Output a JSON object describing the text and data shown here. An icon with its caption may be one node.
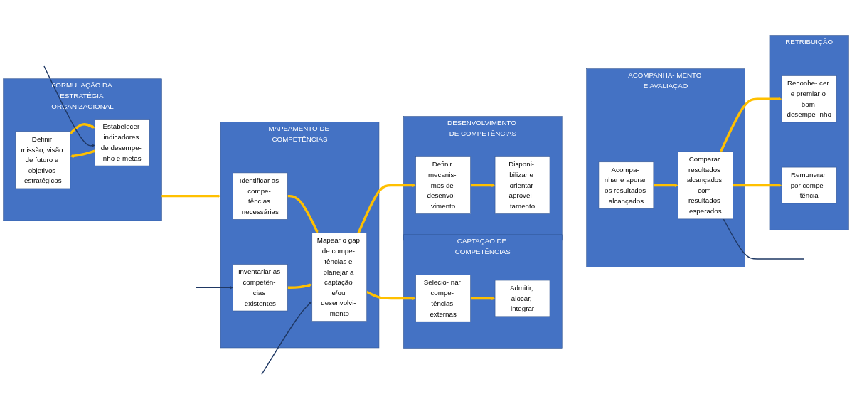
{
  "diagram": {
    "nodes": [
      {
        "text": [
          "FORMULAÇÃO DA ESTRATÉGIA ORGANIZACIONAL"
        ]
      },
      {
        "text": [
          "Definir missão, visão de futuro e objetivos estratégicos"
        ],
        "in": 0
      },
      {
        "text": [
          "Estabelecer indicadores de desempe- nho e metas"
        ],
        "in": 0
      },
      {
        "text": [
          "MAPEAMENTO DE COMPETÊNCIAS"
        ]
      },
      {
        "text": [
          "Identificar as compe- tências necessárias"
        ],
        "in": 3
      },
      {
        "text": [
          "Inventariar as competên- cias existentes"
        ],
        "in": 3
      },
      {
        "text": [
          "Mapear o gap de compe- tências e planejar a captação e/ou desenvolvi- mento"
        ],
        "in": 3
      },
      {
        "text": [
          "CAPTAÇÃO DE COMPETÊNCIAS"
        ]
      },
      {
        "text": [
          "Selecio- nar compe- tências externas"
        ],
        "in": 7
      },
      {
        "text": [
          "Admitir, alocar, integrar"
        ],
        "in": 7
      },
      {
        "text": [
          "DESENVOLVIMENTO DE COMPETÊNCIAS"
        ]
      },
      {
        "text": [
          "Definir mecanis- mos de desenvol- vimento"
        ],
        "in": 10
      },
      {
        "text": [
          "Disponi- bilizar e orientar aprovei- tamento"
        ],
        "in": 10
      },
      {
        "text": [
          "ACOMPANHA- MENTO E AVALIAÇÃO"
        ]
      },
      {
        "text": [
          "Acompa- nhar e apurar os resultados alcançados"
        ],
        "in": 13
      },
      {
        "text": [
          "Comparar resultados alcançados com resultados esperados"
        ],
        "in": 13
      },
      {
        "text": [
          "RETRIBUIÇÃO"
        ]
      },
      {
        "text": [
          "Reconhe- cer e premiar o bom desempe- nho"
        ],
        "in": 16
      },
      {
        "text": [
          "Remunerar por compe- tência"
        ],
        "in": 16
      }
    ],
    "edges": [
      {
        "from": 1,
        "to": 2,
        "arrow": "to"
      },
      {
        "from": 2,
        "to": 1,
        "arrow": "to"
      },
      {
        "from": 0,
        "to": 3,
        "arrow": "to"
      },
      {
        "from": 4,
        "to": 6,
        "arrow": "to"
      },
      {
        "from": 5,
        "to": 6,
        "arrow": "to"
      },
      {
        "from": 6,
        "to": 8,
        "arrow": "to"
      },
      {
        "from": 8,
        "to": 9,
        "arrow": "to"
      },
      {
        "from": 6,
        "to": 11,
        "arrow": "to"
      },
      {
        "from": 11,
        "to": 12,
        "arrow": "to"
      },
      {
        "from": 14,
        "to": 15,
        "arrow": "to"
      },
      {
        "from": 15,
        "to": 17,
        "arrow": "to"
      },
      {
        "from": 15,
        "to": 18,
        "arrow": "to"
      },
      {
        "from": null,
        "to": 2,
        "arrow": "to",
        "color": "#1f3864"
      },
      {
        "from": null,
        "to": 5,
        "arrow": "to",
        "color": "#1f3864"
      },
      {
        "from": null,
        "to": 6,
        "arrow": "to",
        "color": "#1f3864"
      },
      {
        "from": 15,
        "to": null,
        "arrow": "none",
        "color": "#1f3864"
      }
    ]
  }
}
